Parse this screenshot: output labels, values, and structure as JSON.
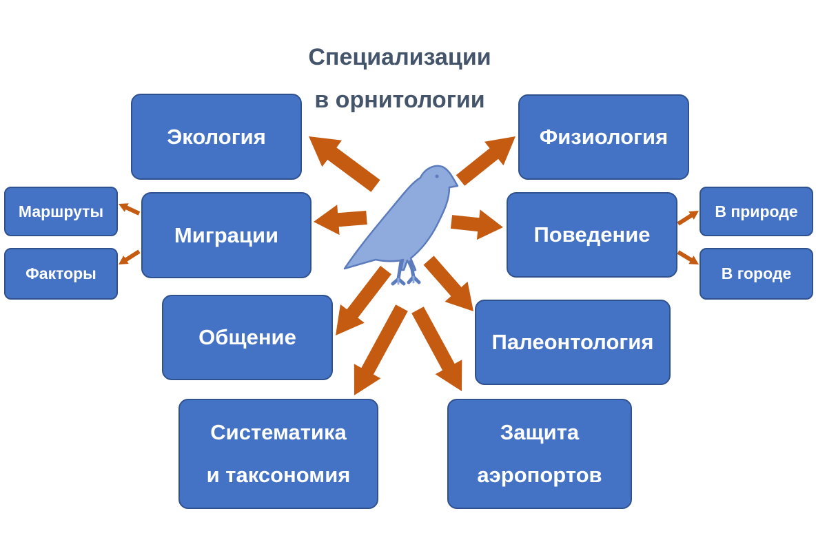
{
  "title": {
    "line1": "Специализации",
    "line2": "в орнитологии"
  },
  "branches": {
    "ecology": "Экология",
    "migration": "Миграции",
    "communication": "Общение",
    "systematics_line1": "Систематика",
    "systematics_line2": "и таксономия",
    "physiology": "Физиология",
    "behavior": "Поведение",
    "paleontology": "Палеонтология",
    "airports_line1": "Защита",
    "airports_line2": "аэропортов"
  },
  "sub_branches": {
    "routes": "Маршруты",
    "factors": "Факторы",
    "in_nature": "В природе",
    "in_city": "В городе"
  },
  "colors": {
    "box_fill": "#4472c4",
    "box_border": "#2f528f",
    "arrow": "#c55a11",
    "bird": "#8faadc",
    "title": "#44546a"
  },
  "icons": {
    "center": "bird-icon"
  }
}
